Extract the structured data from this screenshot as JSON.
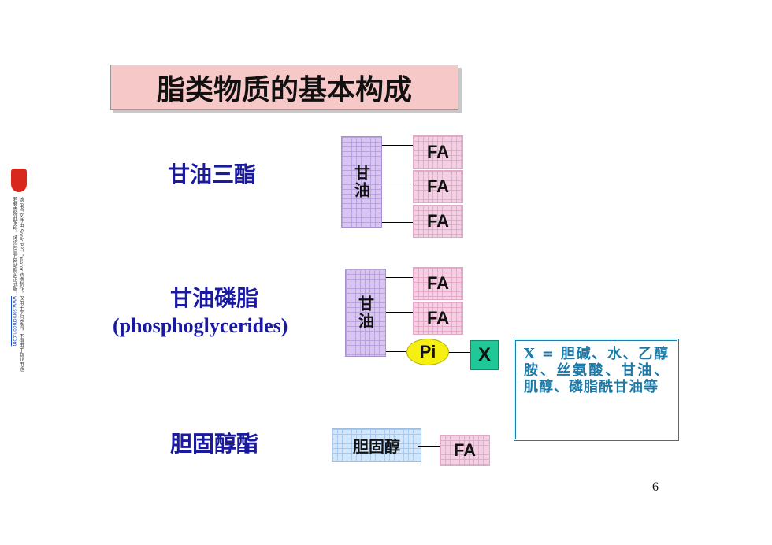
{
  "title": "脂类物质的基本构成",
  "sections": {
    "triglyceride": {
      "heading": "甘油三酯",
      "glycerol_label": "甘油",
      "fa_labels": [
        "FA",
        "FA",
        "FA"
      ]
    },
    "phospholipid": {
      "heading": "甘油磷脂",
      "subheading": "(phosphoglycerides)",
      "glycerol_label": "甘油",
      "fa_labels": [
        "FA",
        "FA"
      ],
      "pi_label": "Pi",
      "x_label": "X"
    },
    "cholesterol_ester": {
      "heading": "胆固醇酯",
      "cholesterol_label": "胆固醇",
      "fa_label": "FA"
    }
  },
  "note": "X = 胆碱、水、乙醇胺、丝氨酸、甘油、肌醇、磷脂酰甘油等",
  "page_number": "6",
  "watermark": {
    "line1": "该 PPT 文件由 Sonic PPT Creator 转换制作，仅用于学习交流，不得用于商业用途",
    "line2": "若要去除此水印，请访问官方网站购买正式版：",
    "url": "www.sonicmoon.com"
  },
  "colors": {
    "heading_blue": "#1a1aa0",
    "title_bg": "#f7c8c8",
    "glycerol_purple": "#d9c6f0",
    "fa_pink": "#f5d0e4",
    "cholesterol_blue": "#d3e6fa",
    "pi_yellow": "#f5ef12",
    "x_green": "#20c797",
    "note_text": "#1a7aa8"
  }
}
